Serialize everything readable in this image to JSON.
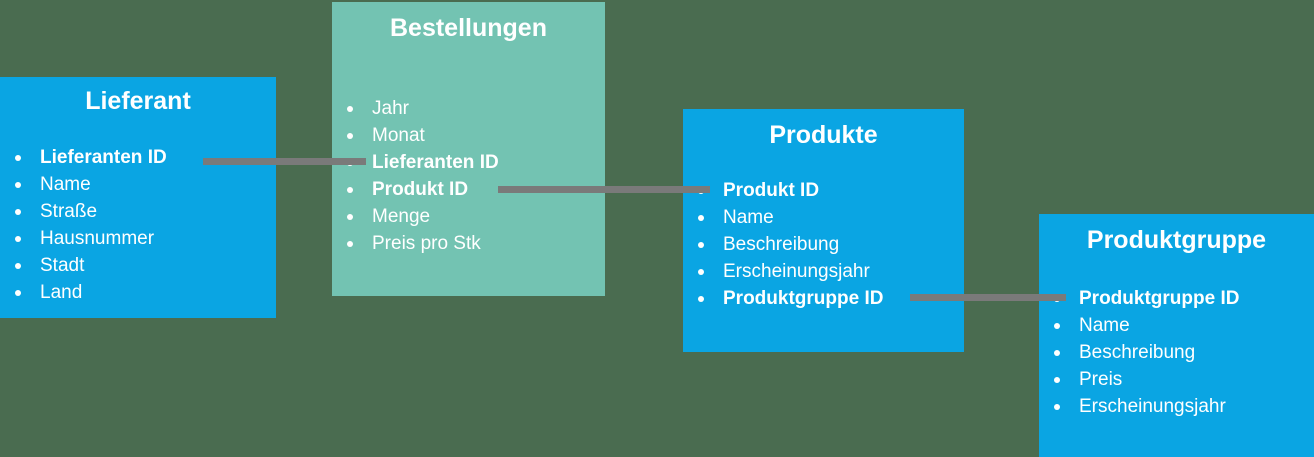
{
  "canvas": {
    "background_color": "#4A6C50"
  },
  "colors": {
    "entity_blue": "#0AA5E3",
    "entity_teal": "#73C3B2",
    "connector_gray": "#7A7A7A",
    "text_white": "#FFFFFF"
  },
  "entities": [
    {
      "id": "lieferant",
      "title": "Lieferant",
      "fill": "entity_blue",
      "fields": [
        {
          "label": "Lieferanten ID",
          "key": true
        },
        {
          "label": "Name",
          "key": false
        },
        {
          "label": "Straße",
          "key": false
        },
        {
          "label": "Hausnummer",
          "key": false
        },
        {
          "label": "Stadt",
          "key": false
        },
        {
          "label": "Land",
          "key": false
        }
      ]
    },
    {
      "id": "bestellungen",
      "title": "Bestellungen",
      "fill": "entity_teal",
      "fields": [
        {
          "label": "Jahr",
          "key": false
        },
        {
          "label": "Monat",
          "key": false
        },
        {
          "label": "Lieferanten ID",
          "key": true
        },
        {
          "label": "Produkt ID",
          "key": true
        },
        {
          "label": "Menge",
          "key": false
        },
        {
          "label": "Preis pro Stk",
          "key": false
        }
      ]
    },
    {
      "id": "produkte",
      "title": "Produkte",
      "fill": "entity_blue",
      "fields": [
        {
          "label": "Produkt ID",
          "key": true
        },
        {
          "label": "Name",
          "key": false
        },
        {
          "label": "Beschreibung",
          "key": false
        },
        {
          "label": "Erscheinungsjahr",
          "key": false
        },
        {
          "label": "Produktgruppe ID",
          "key": true
        }
      ]
    },
    {
      "id": "produktgruppe",
      "title": "Produktgruppe",
      "fill": "entity_blue",
      "fields": [
        {
          "label": "Produktgruppe ID",
          "key": true
        },
        {
          "label": "Name",
          "key": false
        },
        {
          "label": "Beschreibung",
          "key": false
        },
        {
          "label": "Preis",
          "key": false
        },
        {
          "label": "Erscheinungsjahr",
          "key": false
        }
      ]
    }
  ],
  "relations": [
    {
      "from_entity": "Lieferant",
      "from_field": "Lieferanten ID",
      "to_entity": "Bestellungen",
      "to_field": "Lieferanten ID"
    },
    {
      "from_entity": "Bestellungen",
      "from_field": "Produkt ID",
      "to_entity": "Produkte",
      "to_field": "Produkt ID"
    },
    {
      "from_entity": "Produkte",
      "from_field": "Produktgruppe ID",
      "to_entity": "Produktgruppe",
      "to_field": "Produktgruppe ID"
    }
  ]
}
